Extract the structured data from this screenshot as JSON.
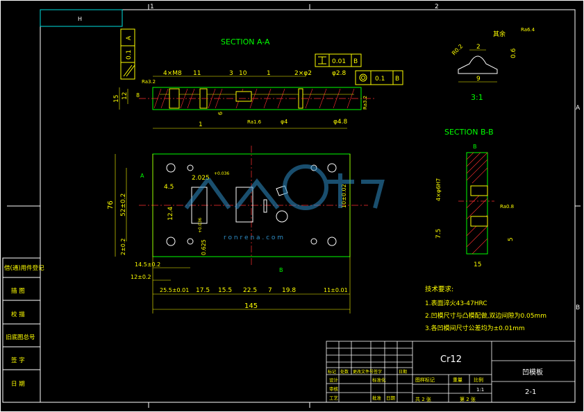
{
  "zones": {
    "top_1": "1",
    "top_2": "2",
    "right_a": "A",
    "right_b": "B"
  },
  "title_corner": "H",
  "section_aa": {
    "title": "SECTION A-A"
  },
  "section_bb": {
    "title": "SECTION B-B",
    "tag": "B"
  },
  "detail": {
    "scale": "3:1",
    "dim_r": "R0.2",
    "dim_2": "2",
    "dim_06": "0.6",
    "dim_9": "9",
    "rest_label": "其余",
    "rest_ra": "Ra6.4"
  },
  "tolerances": {
    "parallel": "0.1",
    "parallel_ref": "A",
    "flat_a": "0.01",
    "flat_a_ref": "B",
    "coax": "0.1",
    "coax_ref": "B"
  },
  "aa_dims": {
    "holes": "4×M8",
    "d11": "11",
    "d3": "3",
    "d10": "10",
    "d1": "1",
    "pins": "2×φ2",
    "phi28": "φ2.8",
    "d15": "15",
    "d12": "12",
    "d8": "8",
    "d6": "6",
    "d1b": "1",
    "phi4": "φ4",
    "phi48": "φ4.8",
    "ra32": "Ra3.2",
    "ra16": "Ra1.6",
    "ra32b": "Ra3.2"
  },
  "plan_dims": {
    "d76": "76",
    "d52": "52±0.2",
    "d2": "2±0.2",
    "d45": "4.5",
    "d124": "12.4",
    "d2025": "2.025",
    "d2025_tol": "+0.036",
    "d0625": "0.625",
    "d0625_tol": "+0.036",
    "d145x": "14.5±0.2",
    "d12x": "12±0.2",
    "d255": "25.5±0.01",
    "d175": "17.5",
    "d155": "15.5",
    "d225": "22.5",
    "d7": "7",
    "d198": "19.8",
    "d11x": "11±0.01",
    "d145": "145",
    "d1002": "10±0.02",
    "ma": "A",
    "mb": "B"
  },
  "bb_dims": {
    "holes": "4×φ6H7",
    "d75": "7.5",
    "d5": "5",
    "d15": "15",
    "ra08": "Ra0.8"
  },
  "requirements": {
    "title": "技术要求:",
    "items": [
      "1.表面淬火43-47HRC",
      "2.凹模尺寸与凸模配做,双边间隙为0.05mm",
      "3.各凹模间尺寸公差均为±0.01mm"
    ]
  },
  "title_block": {
    "material": "Cr12",
    "part_name": "凹模板",
    "drawing_no": "2-1",
    "scale": "1:1",
    "stage_label": "图样标记",
    "mass_label": "重量",
    "ratio_label": "比例",
    "sheets_total": "共 2 张",
    "sheet_no": "第 2 张",
    "row_labels": [
      "标记",
      "处数",
      "更改文件号",
      "签字",
      "日期"
    ],
    "designer": "设计",
    "standard": "标准化",
    "checker": "审核",
    "process": "工艺",
    "approve": "批准",
    "date_label": "日期"
  },
  "side_labels": [
    "借(通)用件登记",
    "描 图",
    "校 描",
    "旧底图总号",
    "签 字",
    "日 期"
  ],
  "watermark": "r o n r e n a . c o m"
}
